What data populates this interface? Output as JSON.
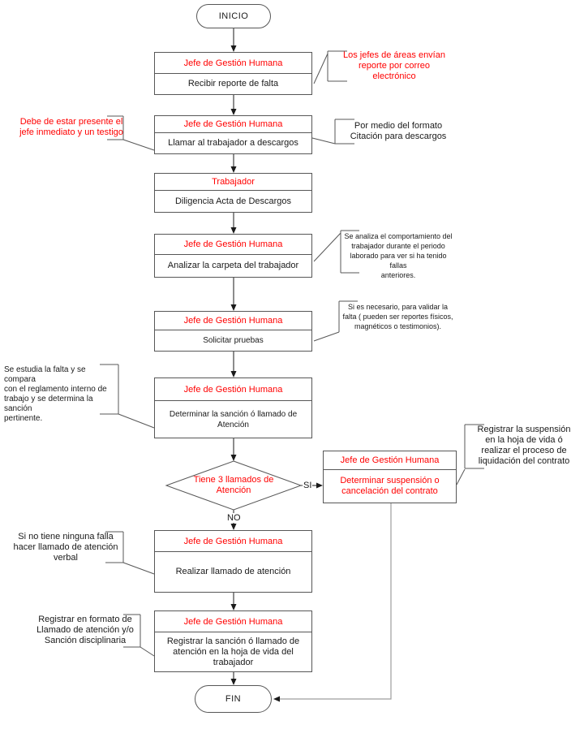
{
  "flow": {
    "start_label": "INICIO",
    "end_label": "FIN",
    "branch_yes": "SI",
    "branch_no": "NO",
    "decision": {
      "label": "Tiene 3 llamados de\nAtención"
    },
    "boxes": [
      {
        "header": "Jefe de Gestión Humana",
        "body": "Recibir reporte de falta"
      },
      {
        "header": "Jefe de Gestión Humana",
        "body": "Llamar al trabajador a descargos"
      },
      {
        "header": "Trabajador",
        "body": "Diligencia Acta de Descargos"
      },
      {
        "header": "Jefe de Gestión Humana",
        "body": "Analizar la carpeta del trabajador"
      },
      {
        "header": "Jefe de Gestión Humana",
        "body": "Solicitar pruebas"
      },
      {
        "header": "Jefe de Gestión Humana",
        "body": "Determinar la sanción ó llamado de Atención"
      },
      {
        "header": "Jefe de Gestión Humana",
        "body": "Determinar suspensión o\ncancelación del contrato"
      },
      {
        "header": "Jefe de Gestión Humana",
        "body": "Realizar llamado de atención"
      },
      {
        "header": "Jefe de Gestión Humana",
        "body": "Registrar la sanción ó llamado de\natención en la hoja de vida del\ntrabajador"
      }
    ],
    "annotations": {
      "recibir_reporte": "Los jefes de áreas envían\nreporte por correo\nelectrónico",
      "llamar_izq": "Debe de estar presente el\njefe inmediato y un testigo",
      "llamar_der": "Por medio del formato\nCitación para descargos",
      "analizar_carpeta": "Se analiza el comportamiento del\ntrabajador durante el periodo\nlaborado para ver si ha tenido fallas\nanteriores.",
      "solicitar_pruebas": "Si es necesario,  para validar la\nfalta ( pueden ser reportes físicos,\nmagnéticos o testimonios).",
      "determinar_sancion": "Se estudia la falta y se compara\ncon el reglamento interno de\ntrabajo y se determina la sanción\npertinente.",
      "suspension": "Registrar la suspensión\nen la hoja de vida ó\nrealizar el proceso de\nliquidación del contrato",
      "llamado_verbal": "Si no tiene ninguna falla\nhacer llamado de atención\nverbal",
      "registrar_formato": "Registrar en formato de\nLlamado de atención y/o\nSanción disciplinaria"
    },
    "colors": {
      "accent_red": "#ff0000",
      "line_black": "#1a1a1a",
      "box_border": "#575757",
      "return_line_gray": "#9e9e9e",
      "background": "#ffffff"
    }
  }
}
